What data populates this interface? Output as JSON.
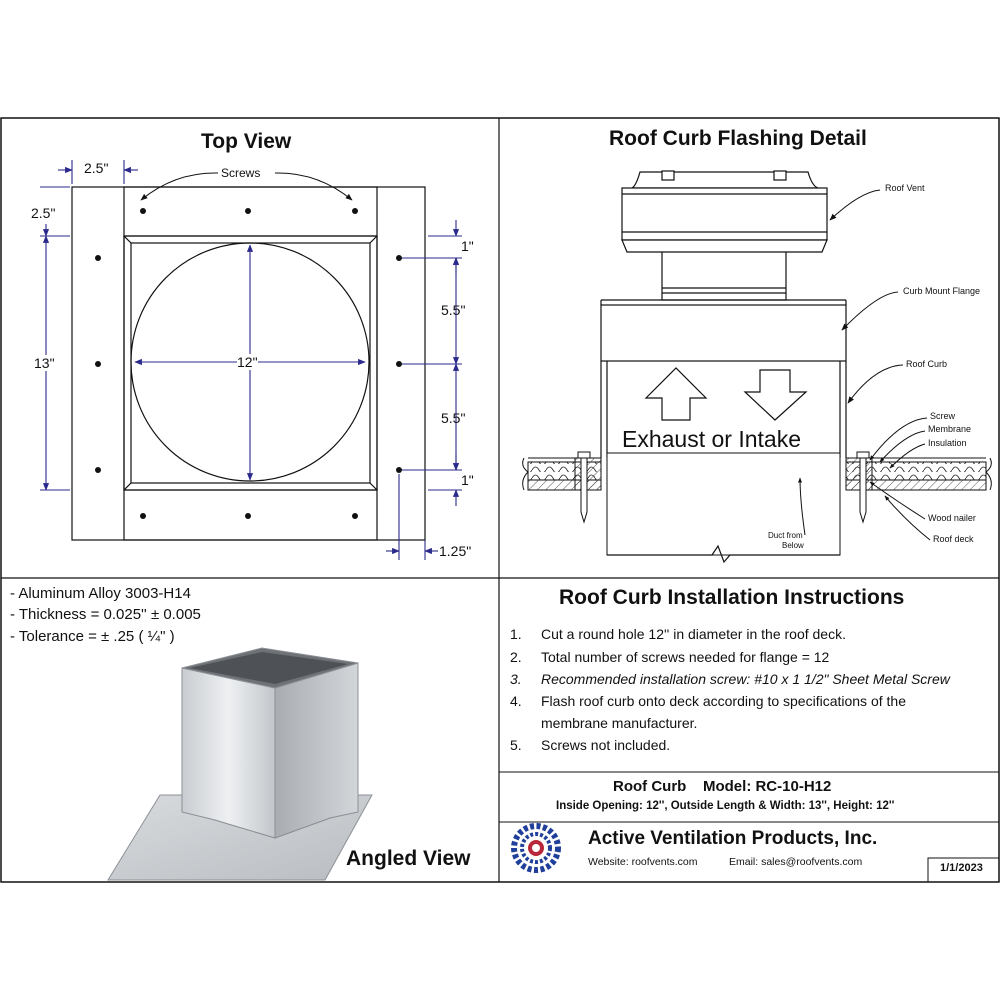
{
  "top_view": {
    "title": "Top View",
    "labels": {
      "screws": "Screws",
      "dim_top_width": "2.5\"",
      "dim_top_height": "2.5\"",
      "dim_left": "13\"",
      "dim_diameter": "12\"",
      "dim_r1": "1\"",
      "dim_r2": "5.5\"",
      "dim_r3": "5.5\"",
      "dim_r4": "1\"",
      "dim_bottom": "1.25\""
    }
  },
  "flashing_detail": {
    "title": "Roof Curb Flashing Detail",
    "exhaust_label": "Exhaust or Intake",
    "callouts": {
      "roof_vent": "Roof Vent",
      "curb_mount_flange": "Curb Mount Flange",
      "roof_curb": "Roof Curb",
      "screw": "Screw",
      "membrane": "Membrane",
      "insulation": "Insulation",
      "wood_nailer": "Wood nailer",
      "roof_deck": "Roof deck",
      "duct_line1": "Duct from",
      "duct_line2": "Below"
    }
  },
  "specs": {
    "alloy": "- Aluminum Alloy 3003-H14",
    "thickness": "- Thickness = 0.025'' ± 0.005",
    "tolerance": "- Tolerance =  ± .25 ( ¼\" )",
    "angled_view_label": "Angled View"
  },
  "instructions": {
    "title": "Roof Curb Installation Instructions",
    "steps": [
      {
        "num": "1.",
        "text": "Cut a round hole 12'' in diameter in the roof deck."
      },
      {
        "num": "2.",
        "text": "Total number of screws needed for flange = 12"
      },
      {
        "num": "3.",
        "text": "Recommended installation screw: #10 x 1 1/2\" Sheet Metal Screw"
      },
      {
        "num": "4.",
        "text": "Flash roof curb onto deck according to specifications of the"
      },
      {
        "num": "",
        "text": "membrane manufacturer."
      },
      {
        "num": "5.",
        "text": "Screws not included."
      }
    ]
  },
  "title_block": {
    "model_line": "Roof Curb    Model: RC-10-H12",
    "dims_line": "Inside Opening: 12'',  Outside Length & Width: 13'',  Height: 12''",
    "company": "Active Ventilation Products, Inc.",
    "website": "Website:  roofvents.com",
    "email": "Email:  sales@roofvents.com",
    "date": "1/1/2023"
  },
  "colors": {
    "dimension_lines": "#2b2a8c",
    "logo_blue": "#1f3f9a",
    "logo_red": "#b8283a",
    "metal_light": "#dfe1e3",
    "metal_dark": "#9a9ea2"
  }
}
